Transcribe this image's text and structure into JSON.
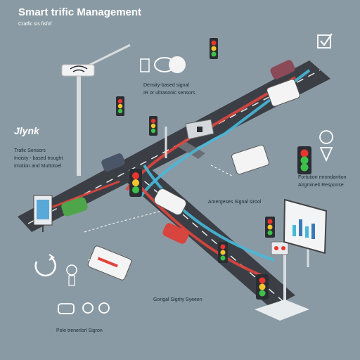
{
  "header": {
    "title": "Smart trific Management",
    "subtitle": "Cratfic  sis fisfof"
  },
  "brand": {
    "name": "Jlynk"
  },
  "labels": {
    "density": "Density-based signal",
    "sensors": "IR or ultrasonic sensors",
    "traffic_left_1": "Trafic Sensors",
    "traffic_left_2": "Inoisty - based trought",
    "traffic_left_3": "Imotion and Muttotoel",
    "emergency": "Amergeses Signal sirool",
    "response_1": "Fortution mrondantion",
    "response_2": "Alrgmineit Response",
    "signaling": "Gorigal Sigrity Syeeen",
    "bottom": "Pole trenerlorl Sigron"
  },
  "icons": [
    "wifi-icon",
    "speech-bubble-icon",
    "document-icon",
    "check-box-icon",
    "location-pin-icon",
    "recycle-icon",
    "lightbulb-icon",
    "chat-icon",
    "user-pin-icon",
    "traffic-light-icon",
    "ambulance-icon",
    "car-icon"
  ],
  "colors": {
    "background": "#8a9aa4",
    "road": "#3b3f45",
    "flow_red": "#e0453d",
    "flow_blue": "#48b8d8",
    "signal_red": "#e8362f",
    "signal_yellow": "#f4c430",
    "signal_green": "#3cc24a"
  }
}
